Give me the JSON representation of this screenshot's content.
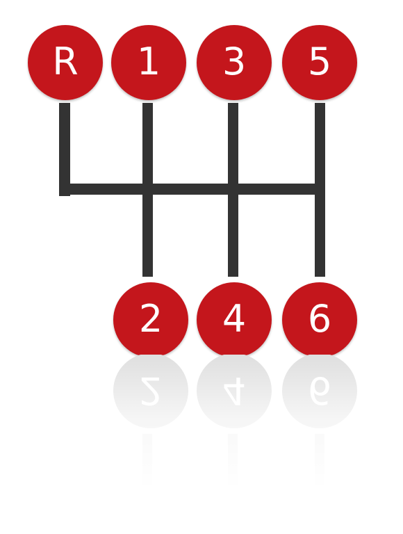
{
  "diagram": {
    "gears_top": [
      {
        "label": "R"
      },
      {
        "label": "1"
      },
      {
        "label": "3"
      },
      {
        "label": "5"
      }
    ],
    "gears_bottom": [
      {
        "label": "2"
      },
      {
        "label": "4"
      },
      {
        "label": "6"
      }
    ],
    "colors": {
      "knob": "#c4161c",
      "knob_text": "#ffffff",
      "gate_line": "#333333",
      "background": "#ffffff"
    }
  }
}
